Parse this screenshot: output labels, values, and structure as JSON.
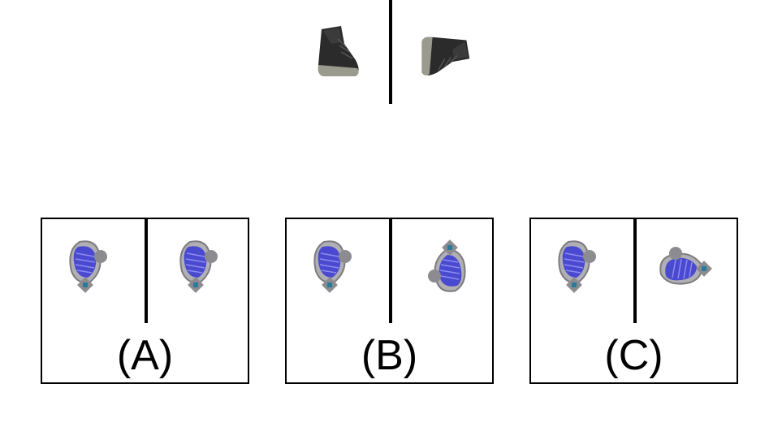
{
  "reference": {
    "left_object": "boot-icon",
    "right_object": "boot-icon"
  },
  "options": [
    {
      "label": "(A)",
      "left_object": "fan-part-icon",
      "right_object": "fan-part-icon"
    },
    {
      "label": "(B)",
      "left_object": "fan-part-icon",
      "right_object": "fan-part-icon"
    },
    {
      "label": "(C)",
      "left_object": "fan-part-icon",
      "right_object": "fan-part-icon"
    }
  ],
  "colors": {
    "boot": "#2b2b2b",
    "sole": "#9a9a8e",
    "part_gray": "#8c8c90",
    "part_blue": "#4a4ad0"
  }
}
